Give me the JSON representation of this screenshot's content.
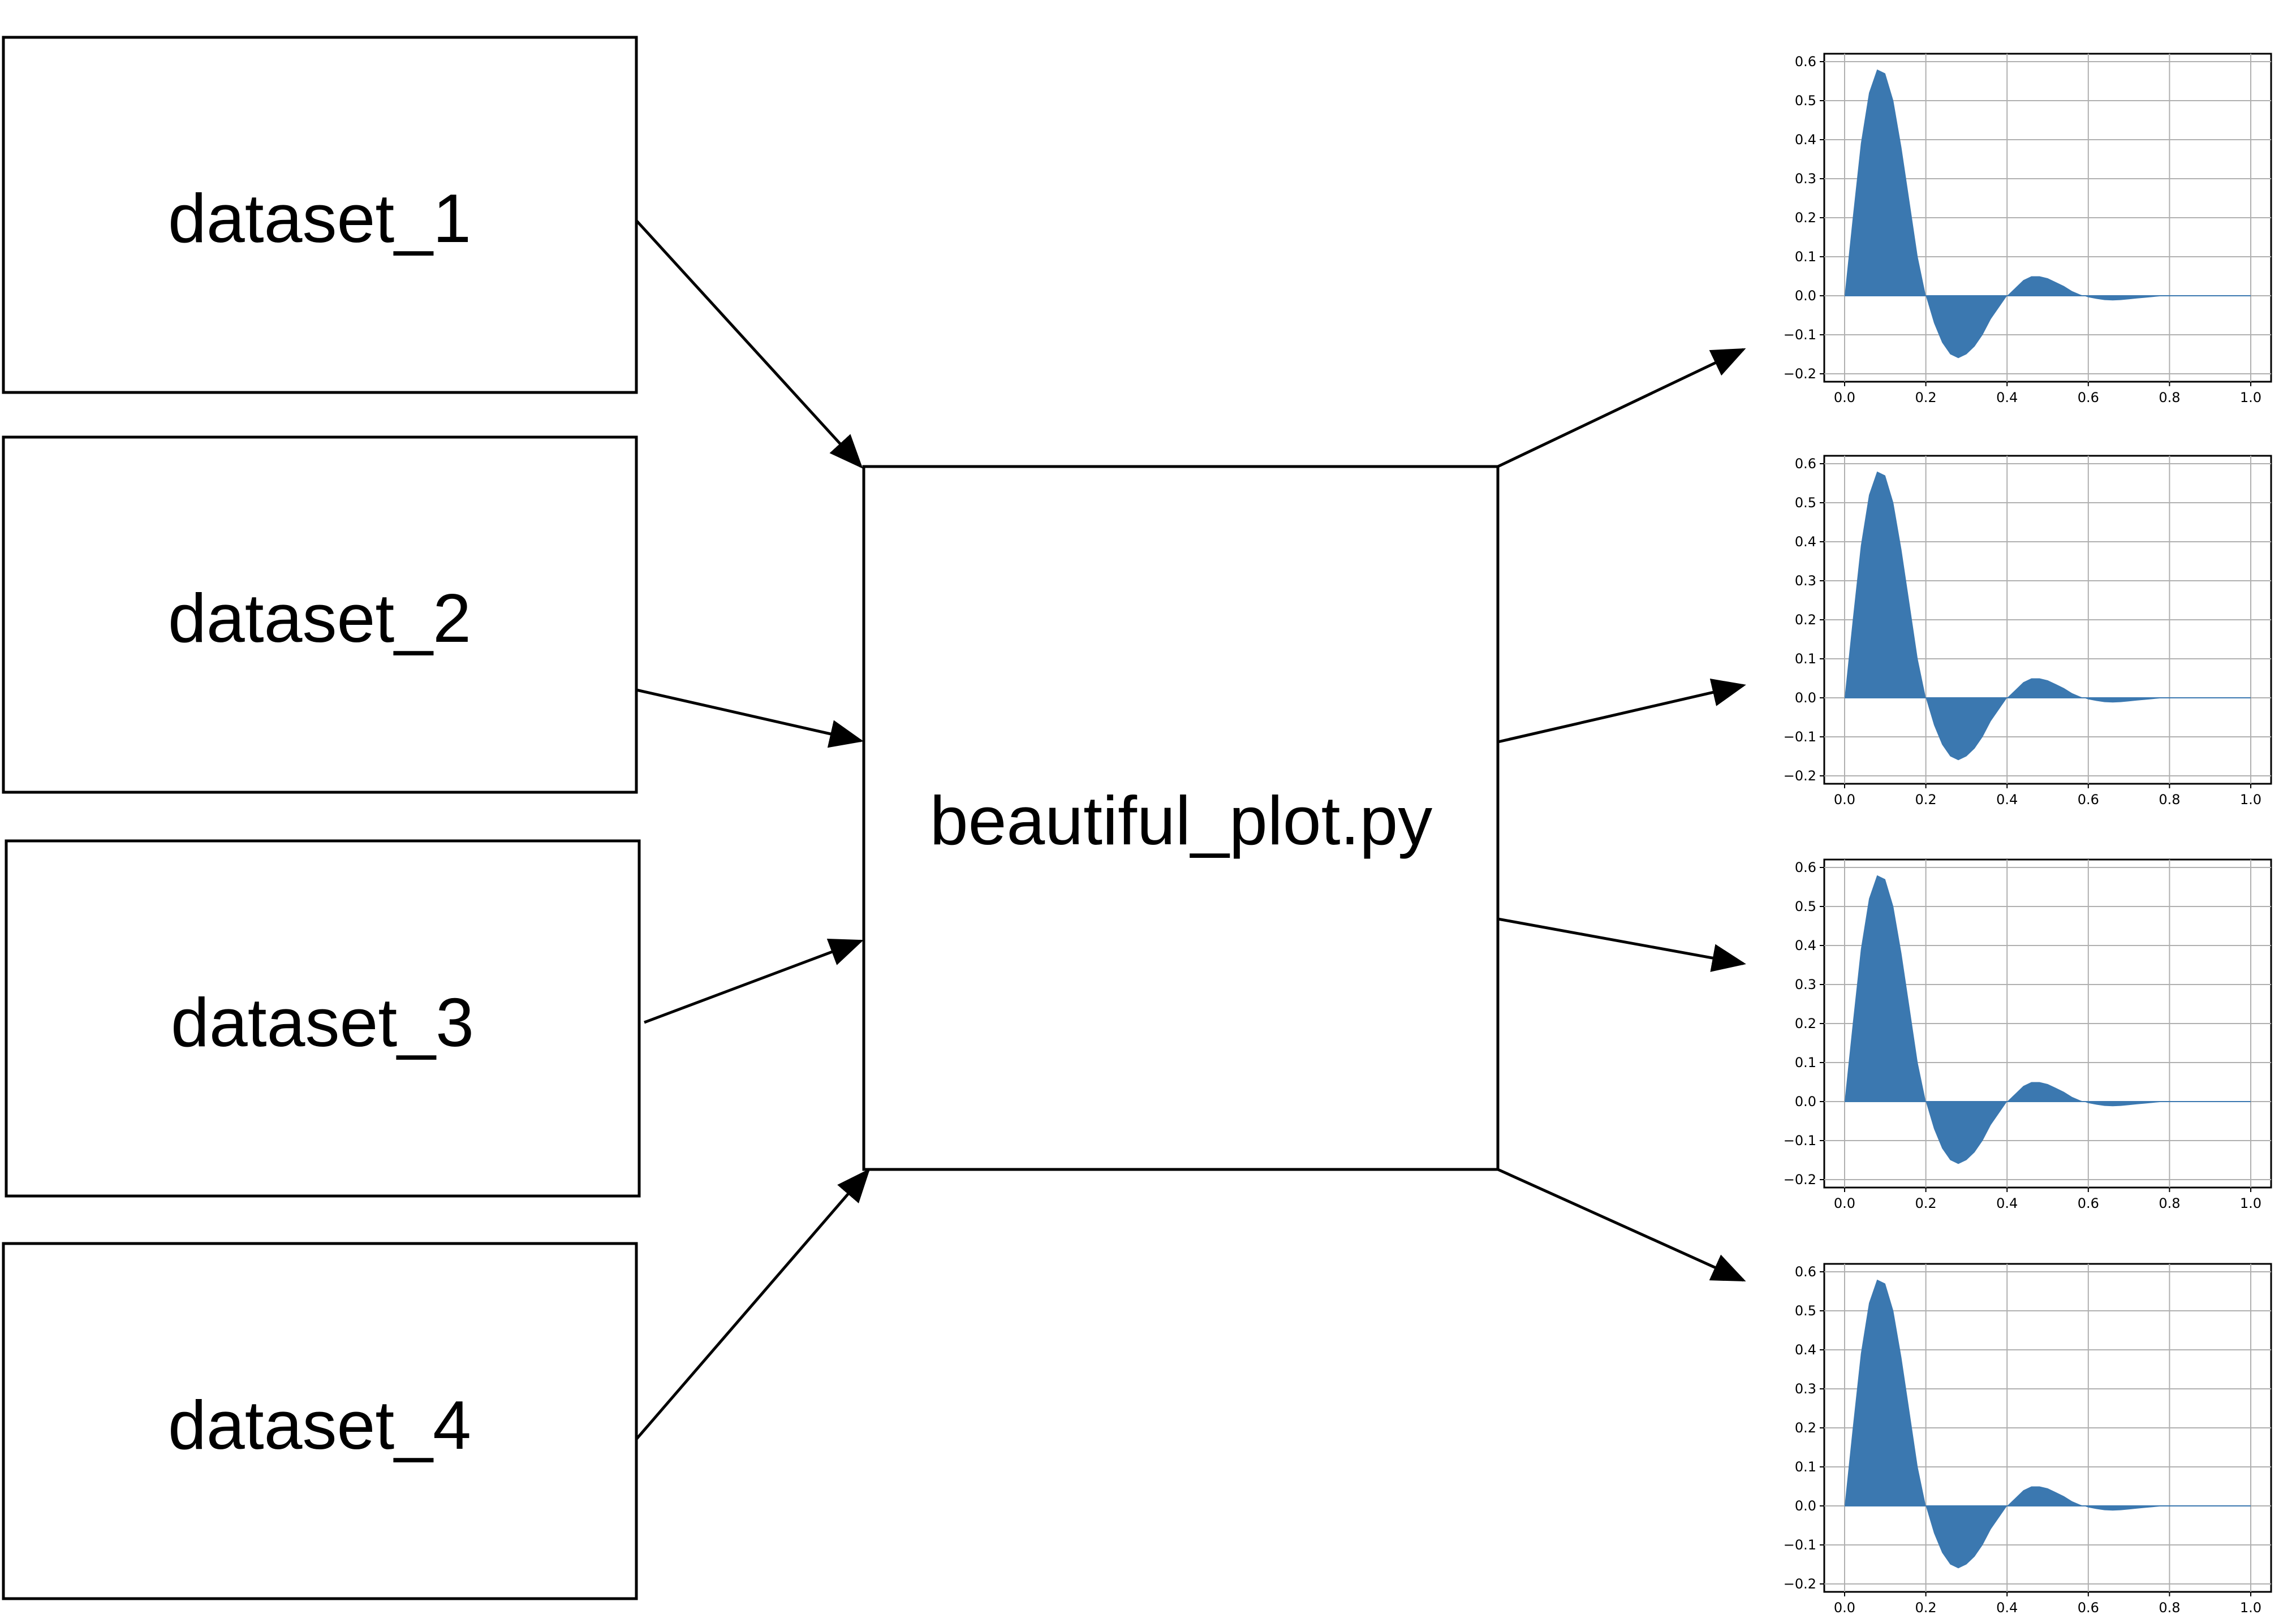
{
  "inputs": [
    {
      "label": "dataset_1"
    },
    {
      "label": "dataset_2"
    },
    {
      "label": "dataset_3"
    },
    {
      "label": "dataset_4"
    }
  ],
  "script": {
    "label": "beautiful_plot.py"
  },
  "colors": {
    "fill": "#3b78b0",
    "grid": "#b0b0b0",
    "stroke": "#000000"
  },
  "chart_data": [
    {
      "type": "area",
      "title": "",
      "xlabel": "",
      "ylabel": "",
      "grid": true,
      "xlim": [
        0.0,
        1.0
      ],
      "ylim": [
        -0.2,
        0.6
      ],
      "x_ticks": [
        "0.0",
        "0.2",
        "0.4",
        "0.6",
        "0.8",
        "1.0"
      ],
      "y_ticks": [
        "−0.2",
        "−0.1",
        "0.0",
        "0.1",
        "0.2",
        "0.3",
        "0.4",
        "0.5",
        "0.6"
      ],
      "series": [
        {
          "x": [
            0.0,
            0.02,
            0.04,
            0.06,
            0.08,
            0.1,
            0.12,
            0.14,
            0.16,
            0.18,
            0.2,
            0.22,
            0.24,
            0.26,
            0.28,
            0.3,
            0.32,
            0.34,
            0.36,
            0.38,
            0.4,
            0.42,
            0.44,
            0.46,
            0.48,
            0.5,
            0.52,
            0.54,
            0.56,
            0.58,
            0.6,
            0.62,
            0.64,
            0.66,
            0.68,
            0.7,
            0.72,
            0.74,
            0.76,
            0.78,
            0.8,
            0.82,
            0.84,
            0.86,
            0.88,
            0.9,
            0.92,
            0.94,
            0.96,
            0.98,
            1.0
          ],
          "y": [
            0.0,
            0.2,
            0.39,
            0.52,
            0.58,
            0.57,
            0.5,
            0.38,
            0.24,
            0.1,
            0.0,
            -0.07,
            -0.12,
            -0.15,
            -0.16,
            -0.15,
            -0.13,
            -0.1,
            -0.06,
            -0.03,
            0.0,
            0.02,
            0.04,
            0.05,
            0.05,
            0.045,
            0.035,
            0.025,
            0.012,
            0.003,
            -0.004,
            -0.008,
            -0.011,
            -0.012,
            -0.011,
            -0.009,
            -0.007,
            -0.005,
            -0.003,
            -0.001,
            0.0,
            0.0,
            0.0,
            0.0,
            0.0,
            0.0,
            0.0,
            0.0,
            0.0,
            0.0,
            0.0
          ]
        }
      ]
    },
    {
      "type": "area",
      "title": "",
      "xlabel": "",
      "ylabel": "",
      "grid": true,
      "xlim": [
        0.0,
        1.0
      ],
      "ylim": [
        -0.2,
        0.6
      ],
      "x_ticks": [
        "0.0",
        "0.2",
        "0.4",
        "0.6",
        "0.8",
        "1.0"
      ],
      "y_ticks": [
        "−0.2",
        "−0.1",
        "0.0",
        "0.1",
        "0.2",
        "0.3",
        "0.4",
        "0.5",
        "0.6"
      ],
      "series": [
        {
          "x": [
            0.0,
            0.02,
            0.04,
            0.06,
            0.08,
            0.1,
            0.12,
            0.14,
            0.16,
            0.18,
            0.2,
            0.22,
            0.24,
            0.26,
            0.28,
            0.3,
            0.32,
            0.34,
            0.36,
            0.38,
            0.4,
            0.42,
            0.44,
            0.46,
            0.48,
            0.5,
            0.52,
            0.54,
            0.56,
            0.58,
            0.6,
            0.62,
            0.64,
            0.66,
            0.68,
            0.7,
            0.72,
            0.74,
            0.76,
            0.78,
            0.8,
            0.82,
            0.84,
            0.86,
            0.88,
            0.9,
            0.92,
            0.94,
            0.96,
            0.98,
            1.0
          ],
          "y": [
            0.0,
            0.2,
            0.39,
            0.52,
            0.58,
            0.57,
            0.5,
            0.38,
            0.24,
            0.1,
            0.0,
            -0.07,
            -0.12,
            -0.15,
            -0.16,
            -0.15,
            -0.13,
            -0.1,
            -0.06,
            -0.03,
            0.0,
            0.02,
            0.04,
            0.05,
            0.05,
            0.045,
            0.035,
            0.025,
            0.012,
            0.003,
            -0.004,
            -0.008,
            -0.011,
            -0.012,
            -0.011,
            -0.009,
            -0.007,
            -0.005,
            -0.003,
            -0.001,
            0.0,
            0.0,
            0.0,
            0.0,
            0.0,
            0.0,
            0.0,
            0.0,
            0.0,
            0.0,
            0.0
          ]
        }
      ]
    },
    {
      "type": "area",
      "title": "",
      "xlabel": "",
      "ylabel": "",
      "grid": true,
      "xlim": [
        0.0,
        1.0
      ],
      "ylim": [
        -0.2,
        0.6
      ],
      "x_ticks": [
        "0.0",
        "0.2",
        "0.4",
        "0.6",
        "0.8",
        "1.0"
      ],
      "y_ticks": [
        "−0.2",
        "−0.1",
        "0.0",
        "0.1",
        "0.2",
        "0.3",
        "0.4",
        "0.5",
        "0.6"
      ],
      "series": [
        {
          "x": [
            0.0,
            0.02,
            0.04,
            0.06,
            0.08,
            0.1,
            0.12,
            0.14,
            0.16,
            0.18,
            0.2,
            0.22,
            0.24,
            0.26,
            0.28,
            0.3,
            0.32,
            0.34,
            0.36,
            0.38,
            0.4,
            0.42,
            0.44,
            0.46,
            0.48,
            0.5,
            0.52,
            0.54,
            0.56,
            0.58,
            0.6,
            0.62,
            0.64,
            0.66,
            0.68,
            0.7,
            0.72,
            0.74,
            0.76,
            0.78,
            0.8,
            0.82,
            0.84,
            0.86,
            0.88,
            0.9,
            0.92,
            0.94,
            0.96,
            0.98,
            1.0
          ],
          "y": [
            0.0,
            0.2,
            0.39,
            0.52,
            0.58,
            0.57,
            0.5,
            0.38,
            0.24,
            0.1,
            0.0,
            -0.07,
            -0.12,
            -0.15,
            -0.16,
            -0.15,
            -0.13,
            -0.1,
            -0.06,
            -0.03,
            0.0,
            0.02,
            0.04,
            0.05,
            0.05,
            0.045,
            0.035,
            0.025,
            0.012,
            0.003,
            -0.004,
            -0.008,
            -0.011,
            -0.012,
            -0.011,
            -0.009,
            -0.007,
            -0.005,
            -0.003,
            -0.001,
            0.0,
            0.0,
            0.0,
            0.0,
            0.0,
            0.0,
            0.0,
            0.0,
            0.0,
            0.0,
            0.0
          ]
        }
      ]
    },
    {
      "type": "area",
      "title": "",
      "xlabel": "",
      "ylabel": "",
      "grid": true,
      "xlim": [
        0.0,
        1.0
      ],
      "ylim": [
        -0.2,
        0.6
      ],
      "x_ticks": [
        "0.0",
        "0.2",
        "0.4",
        "0.6",
        "0.8",
        "1.0"
      ],
      "y_ticks": [
        "−0.2",
        "−0.1",
        "0.0",
        "0.1",
        "0.2",
        "0.3",
        "0.4",
        "0.5",
        "0.6"
      ],
      "series": [
        {
          "x": [
            0.0,
            0.02,
            0.04,
            0.06,
            0.08,
            0.1,
            0.12,
            0.14,
            0.16,
            0.18,
            0.2,
            0.22,
            0.24,
            0.26,
            0.28,
            0.3,
            0.32,
            0.34,
            0.36,
            0.38,
            0.4,
            0.42,
            0.44,
            0.46,
            0.48,
            0.5,
            0.52,
            0.54,
            0.56,
            0.58,
            0.6,
            0.62,
            0.64,
            0.66,
            0.68,
            0.7,
            0.72,
            0.74,
            0.76,
            0.78,
            0.8,
            0.82,
            0.84,
            0.86,
            0.88,
            0.9,
            0.92,
            0.94,
            0.96,
            0.98,
            1.0
          ],
          "y": [
            0.0,
            0.2,
            0.39,
            0.52,
            0.58,
            0.57,
            0.5,
            0.38,
            0.24,
            0.1,
            0.0,
            -0.07,
            -0.12,
            -0.15,
            -0.16,
            -0.15,
            -0.13,
            -0.1,
            -0.06,
            -0.03,
            0.0,
            0.02,
            0.04,
            0.05,
            0.05,
            0.045,
            0.035,
            0.025,
            0.012,
            0.003,
            -0.004,
            -0.008,
            -0.011,
            -0.012,
            -0.011,
            -0.009,
            -0.007,
            -0.005,
            -0.003,
            -0.001,
            0.0,
            0.0,
            0.0,
            0.0,
            0.0,
            0.0,
            0.0,
            0.0,
            0.0,
            0.0,
            0.0
          ]
        }
      ]
    }
  ]
}
